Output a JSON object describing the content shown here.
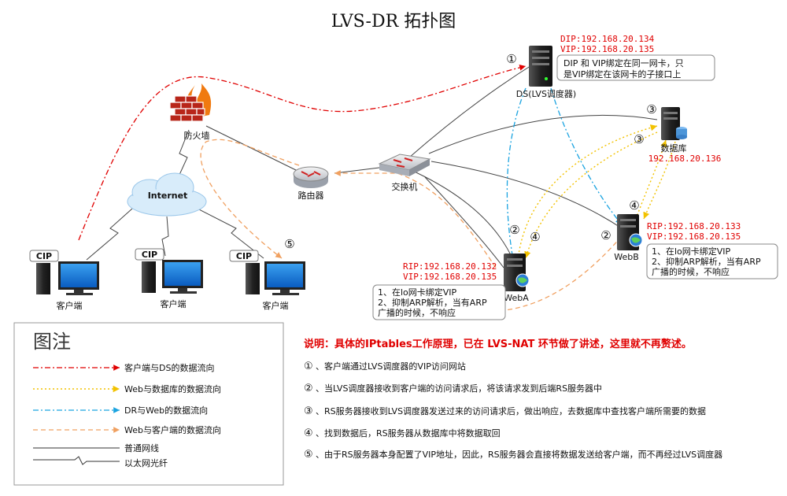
{
  "title": "LVS-DR  拓扑图",
  "ds": {
    "label": "DS(LVS调度器)",
    "dip": "DIP:192.168.20.134",
    "vip": "VIP:192.168.20.135",
    "note_line1": "DIP 和 VIP绑定在同一网卡，只",
    "note_line2": "是VIP绑定在该网卡的子接口上"
  },
  "db": {
    "label": "数据库",
    "ip": "192.168.20.136"
  },
  "firewall": {
    "label": "防火墙"
  },
  "router": {
    "label": "路由器"
  },
  "switch": {
    "label": "交换机"
  },
  "internet": {
    "label": "Internet"
  },
  "clients": [
    {
      "tag": "CIP",
      "label": "客户端"
    },
    {
      "tag": "CIP",
      "label": "客户端"
    },
    {
      "tag": "CIP",
      "label": "客户端"
    }
  ],
  "weba": {
    "label": "WebA",
    "rip": "RIP:192.168.20.132",
    "vip": "VIP:192.168.20.135",
    "note_line1": "1、在lo网卡绑定VIP",
    "note_line2": "2、抑制ARP解析，当有ARP",
    "note_line3": "广播的时候，不响应"
  },
  "webb": {
    "label": "WebB",
    "rip": "RIP:192.168.20.133",
    "vip": "VIP:192.168.20.135",
    "note_line1": "1、在lo网卡绑定VIP",
    "note_line2": "2、抑制ARP解析，当有ARP",
    "note_line3": "广播的时候，不响应"
  },
  "markers": {
    "m1": "①",
    "m2": "②",
    "m3": "③",
    "m4": "④",
    "m5": "⑤"
  },
  "legend": {
    "title": "图注",
    "items": [
      {
        "label": "客户端与DS的数据流向",
        "color": "#e00000"
      },
      {
        "label": "Web与数据库的数据流向",
        "color": "#f2c200"
      },
      {
        "label": "DR与Web的数据流向",
        "color": "#1aa3e0"
      },
      {
        "label": "Web与客户端的数据流向",
        "color": "#f0a060"
      },
      {
        "label": "普通网线",
        "color": "#333333"
      },
      {
        "label": "以太网光纤",
        "color": "#333333"
      }
    ]
  },
  "explanation": "说明：具体的IPtables工作原理，已在 LVS-NAT 环节做了讲述，这里就不再赘述。",
  "steps": [
    {
      "num": "①",
      "text": "、客户端通过LVS调度器的VIP访问网站"
    },
    {
      "num": "②",
      "text": "、当LVS调度器接收到客户端的访问请求后，将该请求发到后端RS服务器中"
    },
    {
      "num": "③",
      "text": "、RS服务器接收到LVS调度器发送过来的访问请求后，做出响应，去数据库中查找客户端所需要的数据"
    },
    {
      "num": "④",
      "text": "、找到数据后，RS服务器从数据库中将数据取回"
    },
    {
      "num": "⑤",
      "text": "、由于RS服务器本身配置了VIP地址，因此，RS服务器会直接将数据发送给客户端，而不再经过LVS调度器"
    }
  ]
}
